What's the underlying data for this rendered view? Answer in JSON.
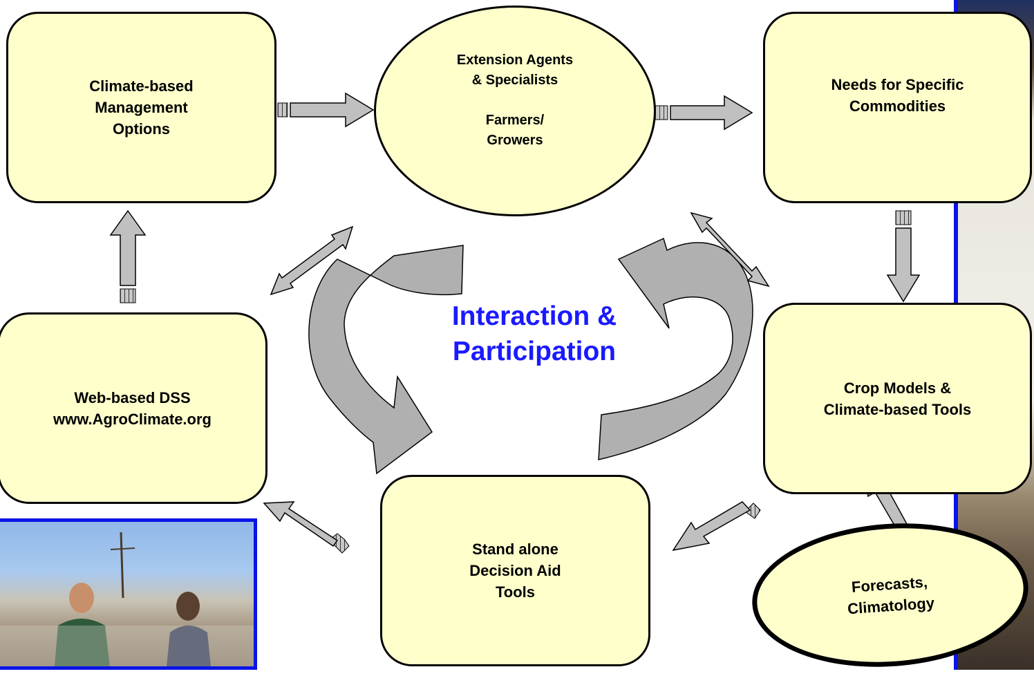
{
  "colors": {
    "box_fill": "#ffffcc",
    "arrow_fill": "#c0c0c0",
    "swoosh_fill": "#a8a8a8",
    "center_text": "#1a1aff",
    "photo_border": "#0a14e6"
  },
  "nodes": {
    "management": "Climate-based\nManagement\nOptions",
    "extension": "Extension Agents\n& Specialists\n\nFarmers/\nGrowers",
    "needs": "Needs for Specific\nCommodities",
    "web_dss": "Web-based DSS\nwww.AgroClimate.org",
    "crop_models": "Crop Models &\nClimate-based Tools",
    "stand_alone": "Stand alone\nDecision Aid\nTools",
    "forecasts": "Forecasts,\nClimatology"
  },
  "center_label": "Interaction &\nParticipation",
  "photo": {
    "icon": "photo-farmers-in-cotton-field"
  }
}
